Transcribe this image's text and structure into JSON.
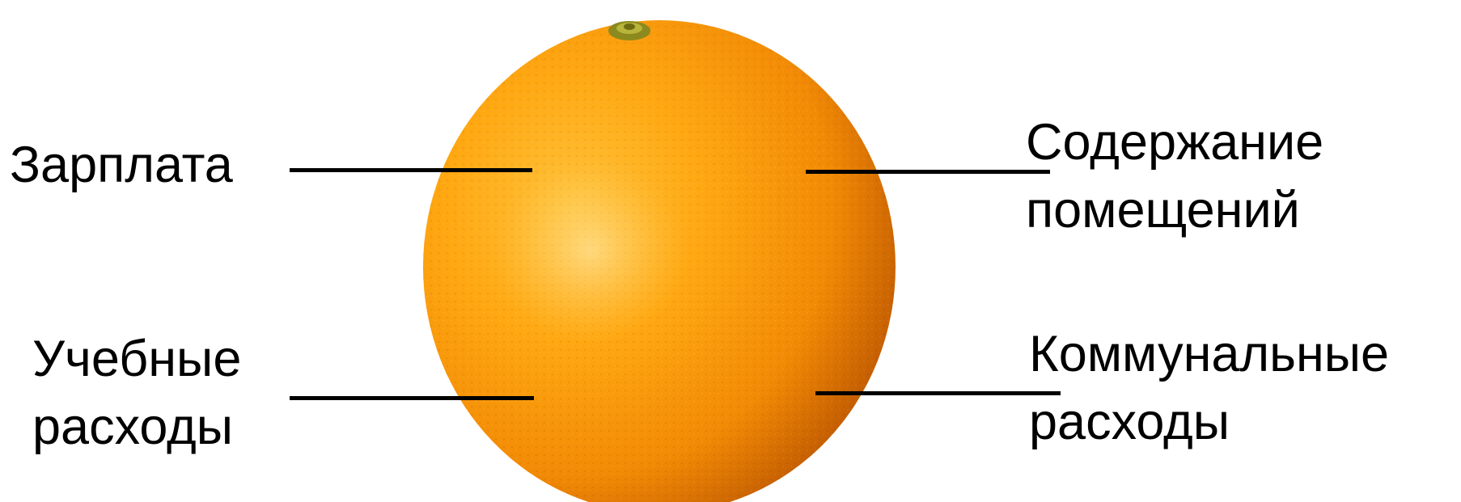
{
  "labels": {
    "salary": "Зарплата",
    "premises": [
      "Содержание",
      "помещений"
    ],
    "educational": [
      "Учебные",
      "расходы"
    ],
    "utilities": [
      "Коммунальные",
      "расходы"
    ]
  },
  "colors": {
    "orange_light": "#FFB21C",
    "orange_mid": "#F79205",
    "orange_dark": "#C85A00",
    "stem": "#9A9A20",
    "text": "#000000",
    "leader_line": "#000000"
  },
  "image": {
    "subject": "orange-fruit"
  }
}
